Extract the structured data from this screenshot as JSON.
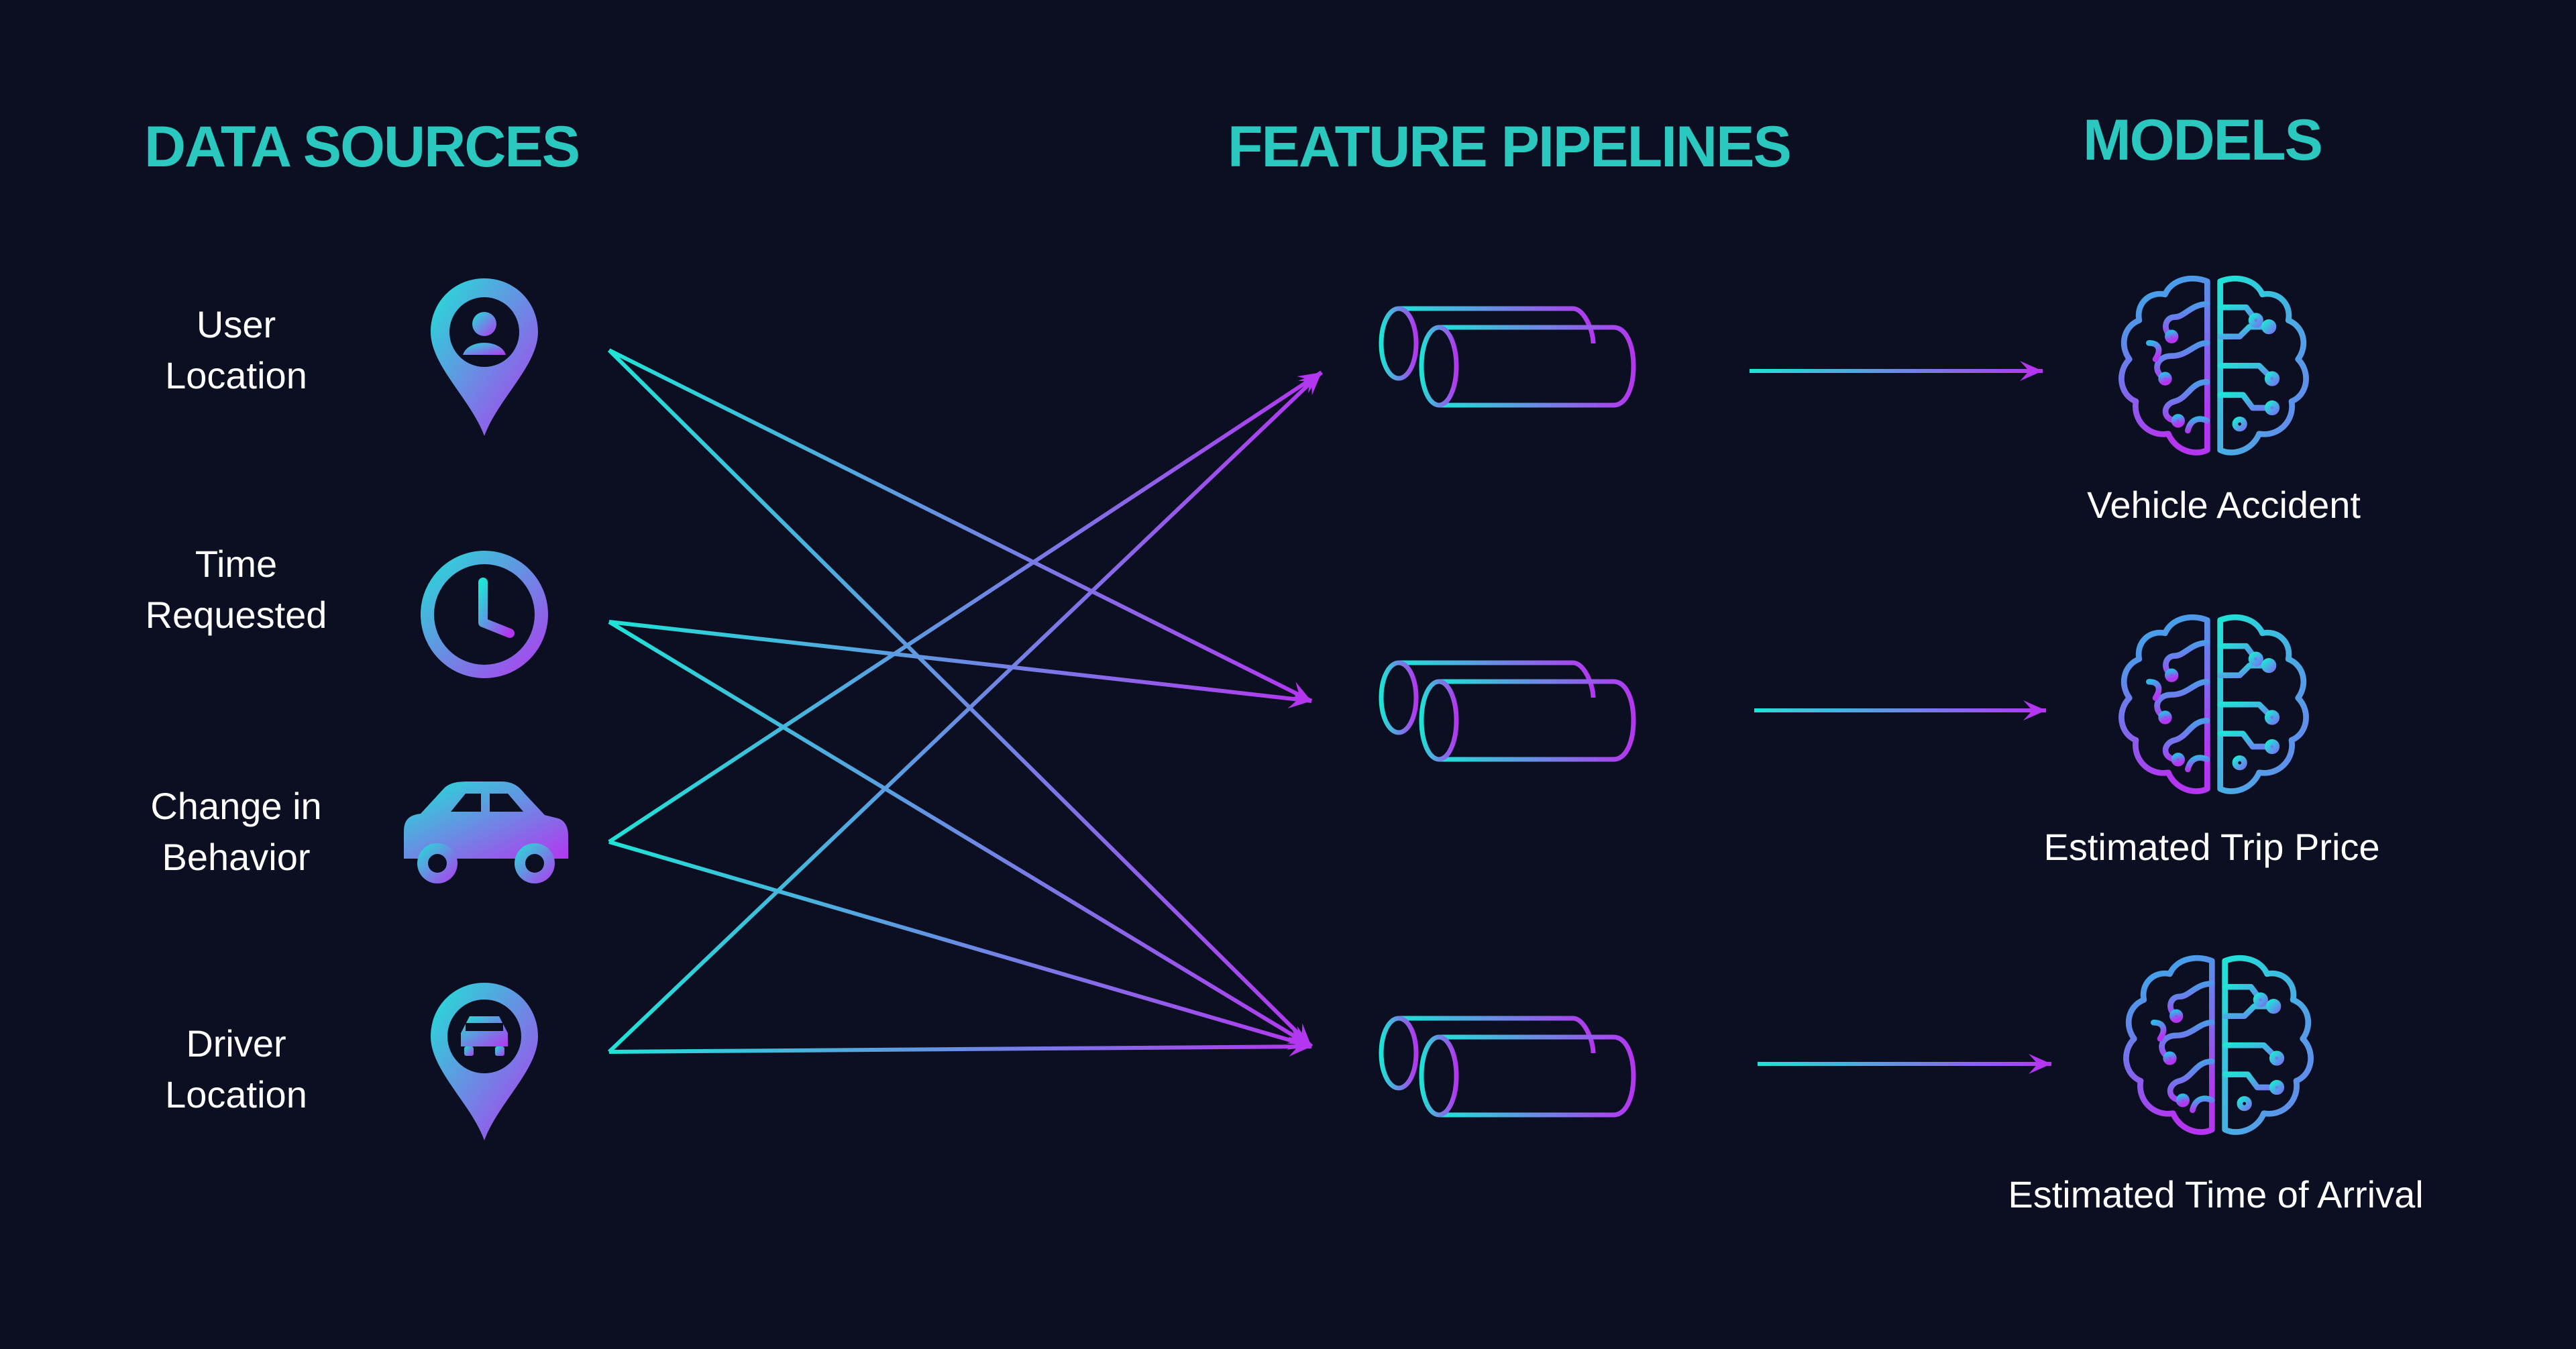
{
  "headings": {
    "data_sources": "DATA SOURCES",
    "feature_pipelines": "FEATURE PIPELINES",
    "models": "MODELS"
  },
  "colors": {
    "background": "#0b0f21",
    "heading": "#2bc8c0",
    "gradient_start": "#1fe3d6",
    "gradient_end": "#b436f0",
    "label": "#ffffff"
  },
  "data_sources": [
    {
      "id": "user-location",
      "lines": [
        "User",
        "Location"
      ],
      "icon": "map-pin-person-icon"
    },
    {
      "id": "time-requested",
      "lines": [
        "Time",
        "Requested"
      ],
      "icon": "clock-icon"
    },
    {
      "id": "change-in-behavior",
      "lines": [
        "Change in",
        "Behavior"
      ],
      "icon": "car-icon"
    },
    {
      "id": "driver-location",
      "lines": [
        "Driver",
        "Location"
      ],
      "icon": "map-pin-car-icon"
    }
  ],
  "pipelines": [
    {
      "id": "pipeline-1",
      "icon": "cylinder-pipeline-icon"
    },
    {
      "id": "pipeline-2",
      "icon": "cylinder-pipeline-icon"
    },
    {
      "id": "pipeline-3",
      "icon": "cylinder-pipeline-icon"
    }
  ],
  "models": [
    {
      "id": "vehicle-accident",
      "label": "Vehicle Accident",
      "icon": "brain-icon"
    },
    {
      "id": "estimated-trip-price",
      "label": "Estimated Trip Price",
      "icon": "brain-icon"
    },
    {
      "id": "estimated-time-of-arrival",
      "label": "Estimated Time of Arrival",
      "icon": "brain-icon"
    }
  ],
  "connections": [
    {
      "from": "user-location",
      "to": "pipeline-2"
    },
    {
      "from": "user-location",
      "to": "pipeline-3"
    },
    {
      "from": "time-requested",
      "to": "pipeline-2"
    },
    {
      "from": "time-requested",
      "to": "pipeline-3"
    },
    {
      "from": "change-in-behavior",
      "to": "pipeline-1"
    },
    {
      "from": "change-in-behavior",
      "to": "pipeline-3"
    },
    {
      "from": "driver-location",
      "to": "pipeline-1"
    },
    {
      "from": "driver-location",
      "to": "pipeline-3"
    },
    {
      "from": "pipeline-1",
      "to": "vehicle-accident"
    },
    {
      "from": "pipeline-2",
      "to": "estimated-trip-price"
    },
    {
      "from": "pipeline-3",
      "to": "estimated-time-of-arrival"
    }
  ]
}
